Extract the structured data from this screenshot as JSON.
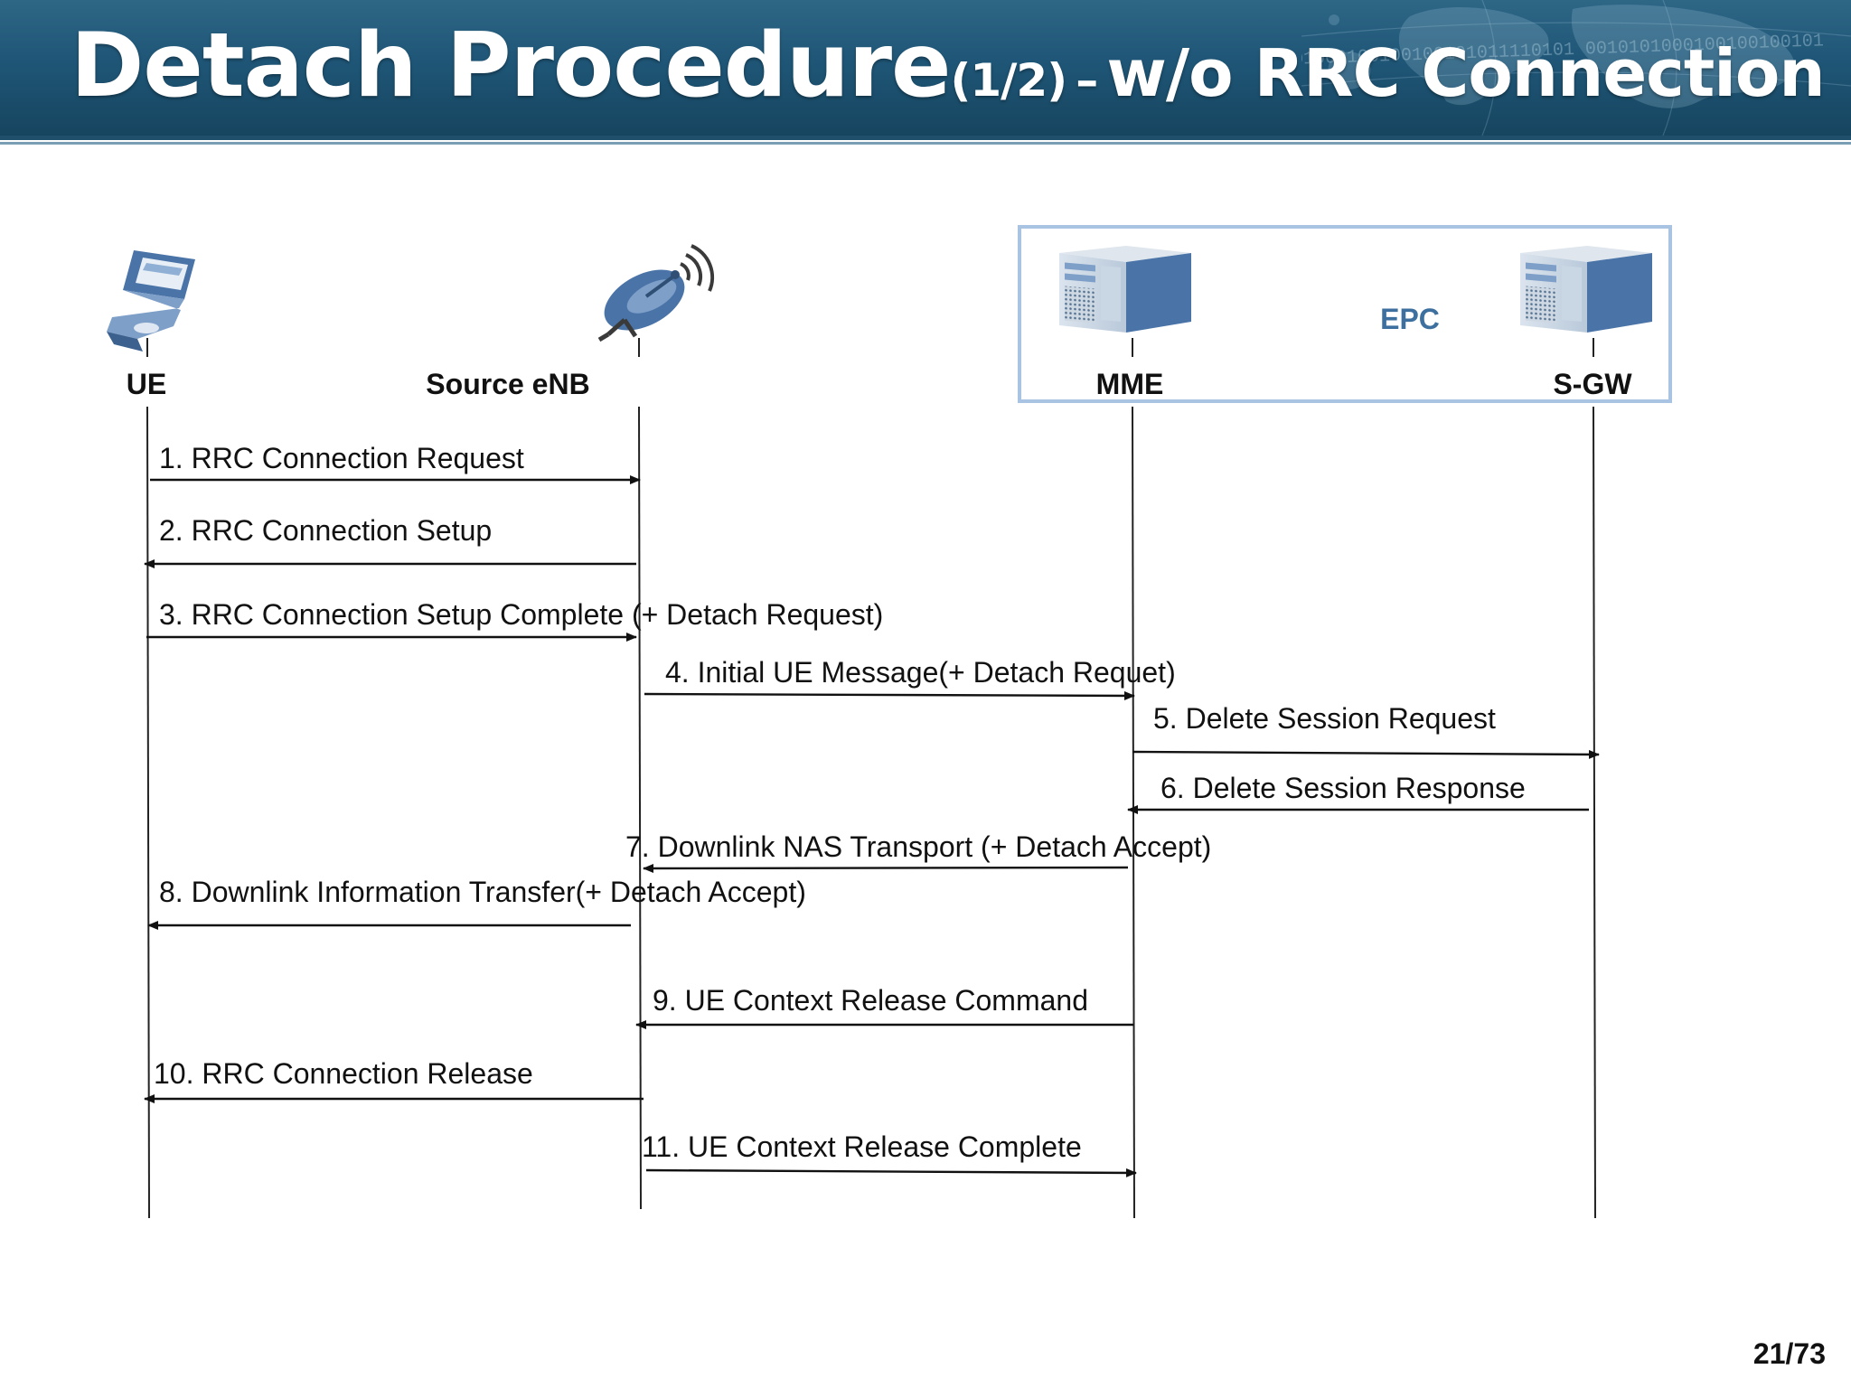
{
  "slide": {
    "title": "Detach Procedure",
    "title_part": "(1/2)",
    "title_dash": "–",
    "title_subtitle": "w/o RRC Connection",
    "page_number": "21/73",
    "banner_binary": "1011010110111001010101000100100100101011110101 0010101000100100100101"
  },
  "diagram": {
    "entities": [
      {
        "id": "ue",
        "label": "UE",
        "icon": "mobile-phone-icon"
      },
      {
        "id": "enb",
        "label": "Source eNB",
        "icon": "satellite-dish-icon"
      },
      {
        "id": "mme",
        "label": "MME",
        "icon": "server-icon"
      },
      {
        "id": "sgw",
        "label": "S-GW",
        "icon": "server-icon"
      }
    ],
    "group": {
      "label": "EPC",
      "members": [
        "mme",
        "sgw"
      ]
    },
    "messages": [
      {
        "label": "1. RRC Connection Request",
        "from": "ue",
        "to": "enb"
      },
      {
        "label": "2. RRC Connection Setup",
        "from": "enb",
        "to": "ue"
      },
      {
        "label": "3. RRC Connection Setup Complete (+ Detach Request)",
        "from": "ue",
        "to": "enb"
      },
      {
        "label": "4. Initial UE Message(+ Detach Requet)",
        "from": "enb",
        "to": "mme"
      },
      {
        "label": "5. Delete Session Request",
        "from": "mme",
        "to": "sgw"
      },
      {
        "label": "6. Delete Session Response",
        "from": "sgw",
        "to": "mme"
      },
      {
        "label": "7. Downlink NAS Transport (+ Detach Accept)",
        "from": "mme",
        "to": "enb"
      },
      {
        "label": "8. Downlink Information Transfer(+ Detach Accept)",
        "from": "enb",
        "to": "ue"
      },
      {
        "label": "9. UE Context Release Command",
        "from": "mme",
        "to": "enb"
      },
      {
        "label": "10. RRC Connection Release",
        "from": "enb",
        "to": "ue"
      },
      {
        "label": "11. UE Context Release Complete",
        "from": "enb",
        "to": "mme"
      }
    ]
  },
  "colors": {
    "banner": "#1f5677",
    "epc_border": "#a9c4e2",
    "epc_label": "#3d6f9f",
    "icon_blue": "#4a74a8",
    "text": "#111111"
  }
}
